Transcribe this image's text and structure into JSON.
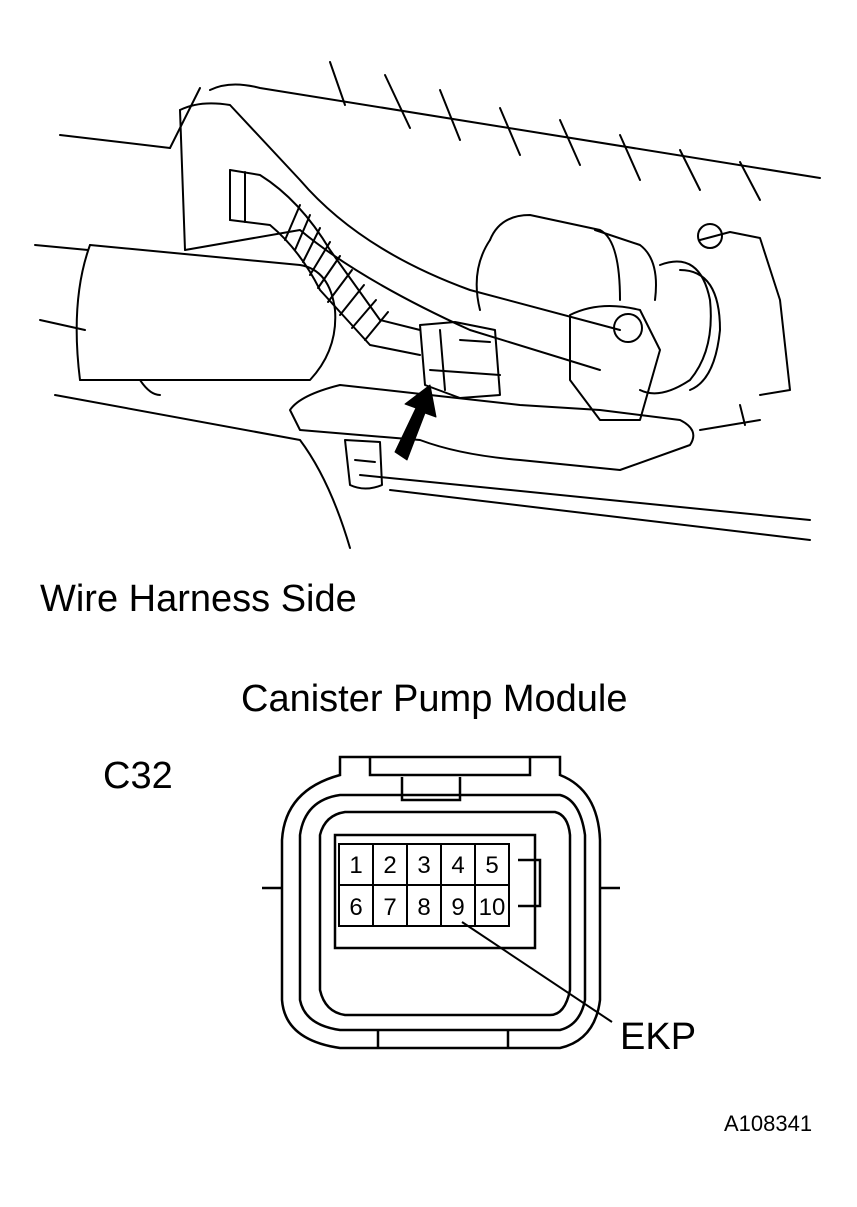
{
  "labels": {
    "view": "Wire Harness Side",
    "component": "Canister Pump Module",
    "connector_id": "C32",
    "terminal_callout": "EKP",
    "figure_code": "A108341"
  },
  "connector": {
    "terminals_top": [
      "1",
      "2",
      "3",
      "4",
      "5"
    ],
    "terminals_bottom": [
      "6",
      "7",
      "8",
      "9",
      "10"
    ],
    "highlighted_terminal": "9"
  }
}
